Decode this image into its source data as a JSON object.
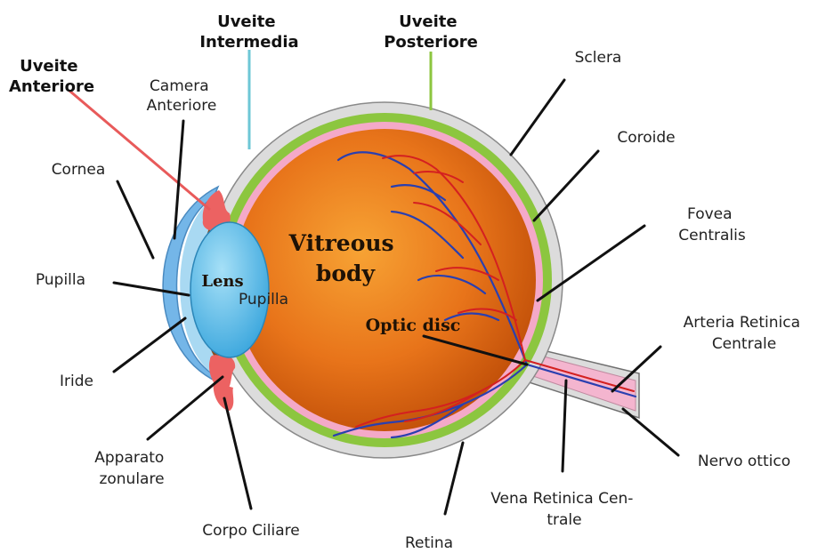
{
  "labels": {
    "uveite_anteriore": [
      "Uveite",
      "Anteriore"
    ],
    "uveite_intermedia": [
      "Uveite",
      "Intermedia"
    ],
    "uveite_posteriore": [
      "Uveite",
      "Posteriore"
    ],
    "camera_anteriore": [
      "Camera",
      "Anteriore"
    ],
    "sclera": "Sclera",
    "coroide": "Coroide",
    "cornea": "Cornea",
    "fovea_centralis": [
      "Fovea",
      "Centralis"
    ],
    "vitreous_body": [
      "Vitreous",
      "body"
    ],
    "lens": "Lens",
    "pupilla_left": "Pupilla",
    "pupilla_inner": "Pupilla",
    "optic_disc": "Optic disc",
    "arteria_retinica": [
      "Arteria Retinica",
      "Centrale"
    ],
    "iride": "Iride",
    "nervo_ottico": "Nervo ottico",
    "apparato_zonulare": [
      "Apparato",
      "zonulare"
    ],
    "vena_retinica": [
      "Vena Retinica Cen-",
      "trale"
    ],
    "corpo_ciliare": "Corpo Ciliare",
    "retina": "Retina"
  },
  "colors": {
    "uveite_anteriore_line": "#e85a5a",
    "uveite_intermedia_line": "#6ec7d6",
    "uveite_posteriore_line": "#8cc63f",
    "sclera": "#dcdcdc",
    "choroid": "#8cc63f",
    "retina": "#f4a9c8",
    "vitreous": "#e8741a",
    "lens": "#4fb8e6",
    "cornea": "#74b6e8",
    "iris": "#8b4a1e",
    "ciliary": "#ec6262",
    "artery": "#d42020",
    "vein": "#2a3fb0"
  }
}
